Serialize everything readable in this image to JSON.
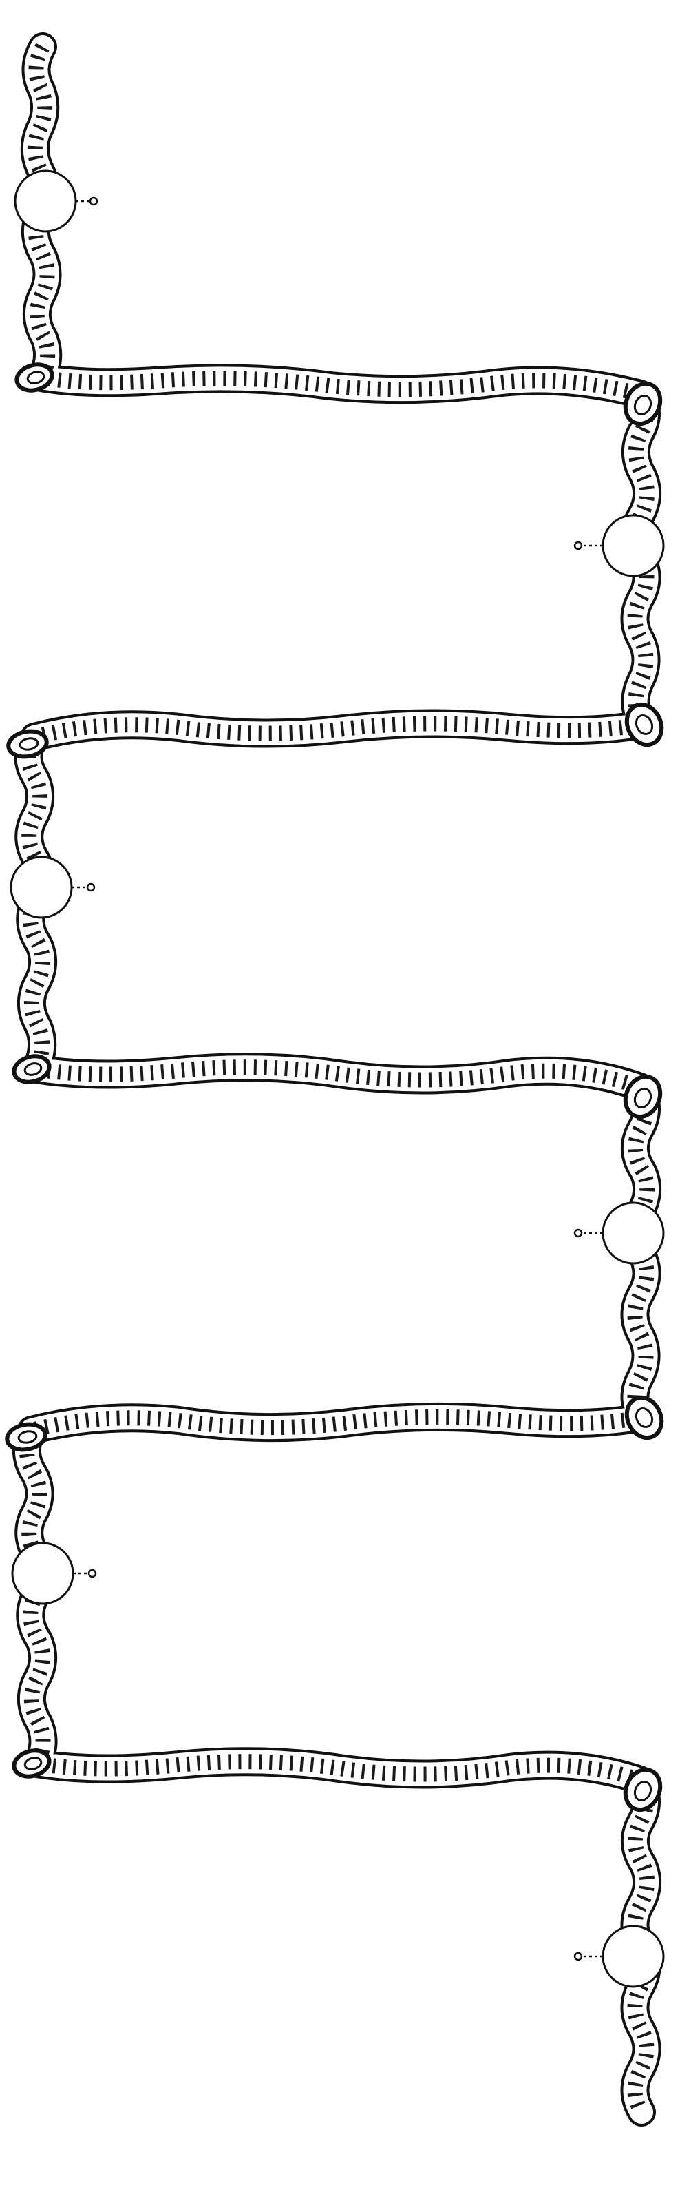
{
  "diagram": {
    "kind": "film-strip serpentine timeline",
    "rows": 6,
    "milestones": [
      {
        "id": 1,
        "side": "left",
        "connector": "right",
        "label": ""
      },
      {
        "id": 2,
        "side": "right",
        "connector": "left",
        "label": ""
      },
      {
        "id": 3,
        "side": "left",
        "connector": "right",
        "label": ""
      },
      {
        "id": 4,
        "side": "right",
        "connector": "left",
        "label": ""
      },
      {
        "id": 5,
        "side": "left",
        "connector": "right",
        "label": ""
      },
      {
        "id": 6,
        "side": "right",
        "connector": "left",
        "label": ""
      }
    ],
    "colors": {
      "background": "#ffffff",
      "ink": "#111111",
      "film": "#ffffff"
    }
  }
}
